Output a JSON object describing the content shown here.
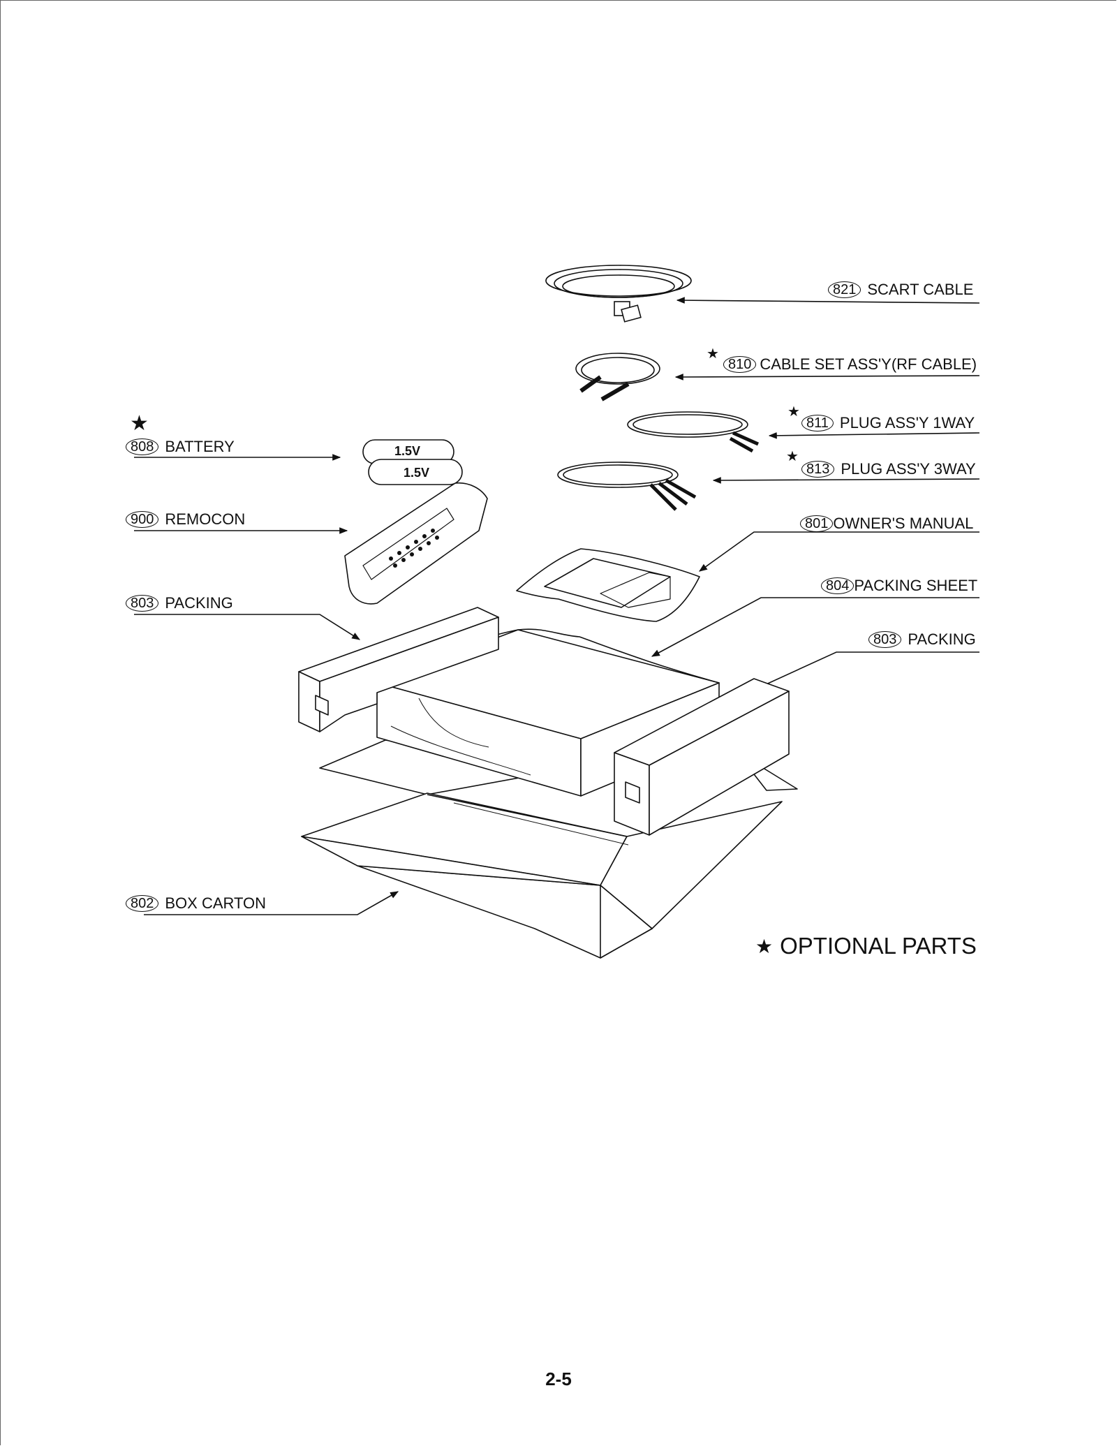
{
  "diagram": {
    "parts": [
      {
        "id": "scart-cable",
        "number": "821",
        "name": "SCART CABLE",
        "optional": false
      },
      {
        "id": "rf-cable",
        "number": "810",
        "name": "CABLE SET ASS'Y(RF CABLE)",
        "optional": true
      },
      {
        "id": "plug-1way",
        "number": "811",
        "name": "PLUG ASS'Y 1WAY",
        "optional": true
      },
      {
        "id": "plug-3way",
        "number": "813",
        "name": "PLUG ASS'Y 3WAY",
        "optional": true
      },
      {
        "id": "owners-manual",
        "number": "801",
        "name": "OWNER'S MANUAL",
        "optional": false
      },
      {
        "id": "packing-sheet",
        "number": "804",
        "name": "PACKING SHEET",
        "optional": false
      },
      {
        "id": "packing-right",
        "number": "803",
        "name": "PACKING",
        "optional": false
      },
      {
        "id": "battery",
        "number": "808",
        "name": "BATTERY",
        "optional": true
      },
      {
        "id": "remocon",
        "number": "900",
        "name": "REMOCON",
        "optional": false
      },
      {
        "id": "packing-left",
        "number": "803",
        "name": "PACKING",
        "optional": false
      },
      {
        "id": "box-carton",
        "number": "802",
        "name": "BOX CARTON",
        "optional": false
      }
    ],
    "battery_text": "1.5V",
    "star_symbol": "★",
    "legend": "OPTIONAL PARTS"
  },
  "page_number": "2-5"
}
